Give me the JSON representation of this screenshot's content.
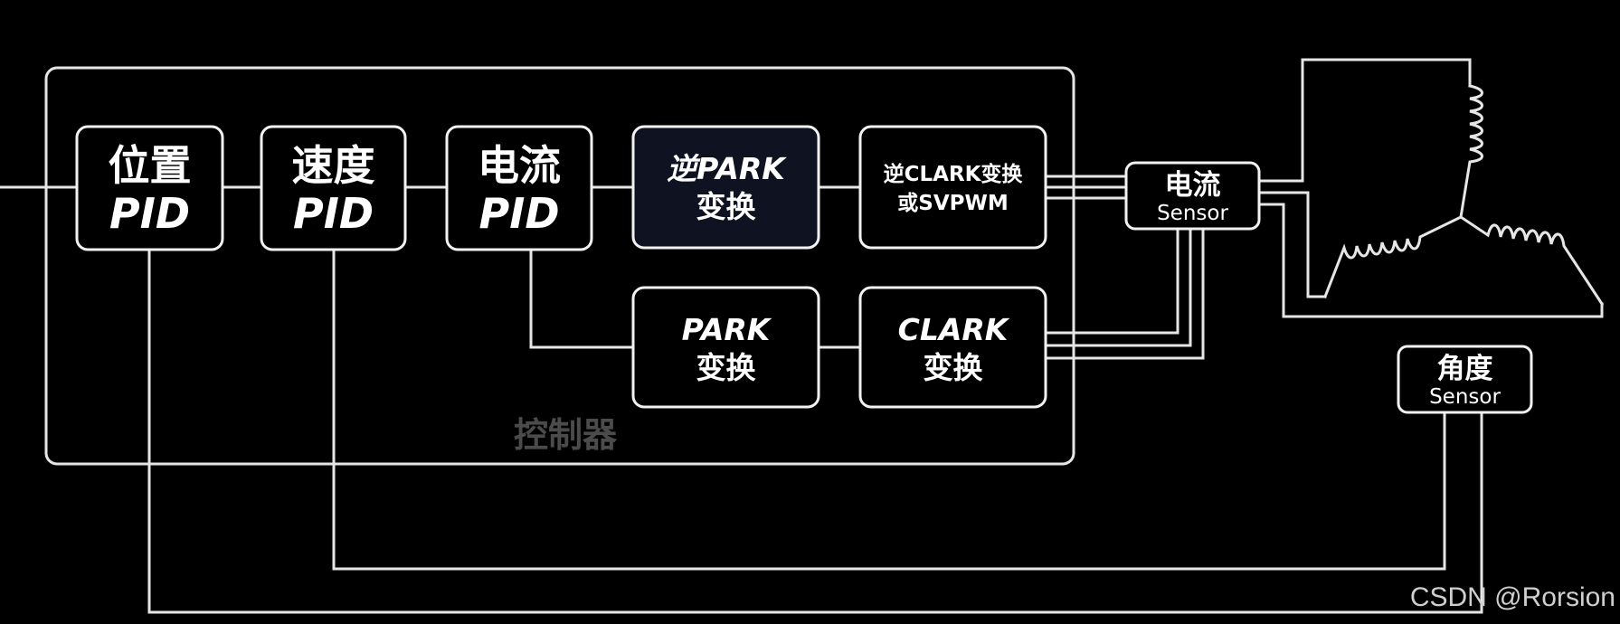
{
  "controller_label": "控制器",
  "blocks": {
    "position_pid": {
      "line1": "位置",
      "line2": "PID"
    },
    "speed_pid": {
      "line1": "速度",
      "line2": "PID"
    },
    "current_pid": {
      "line1": "电流",
      "line2": "PID"
    },
    "inv_park": {
      "line1": "逆PARK",
      "line2": "变换"
    },
    "inv_clark": {
      "line1": "逆CLARK变换",
      "line2": "或SVPWM"
    },
    "park": {
      "line1": "PARK",
      "line2": "变换"
    },
    "clark": {
      "line1": "CLARK",
      "line2": "变换"
    },
    "current_sensor": {
      "line1": "电流",
      "line2": "Sensor"
    },
    "angle_sensor": {
      "line1": "角度",
      "line2": "Sensor"
    }
  },
  "watermark": "CSDN @Rorsion",
  "colors": {
    "background": "#000000",
    "line": "#e6e6e6",
    "controller_label": "#4b4b4b",
    "inv_park_fill": "#0f1220"
  }
}
